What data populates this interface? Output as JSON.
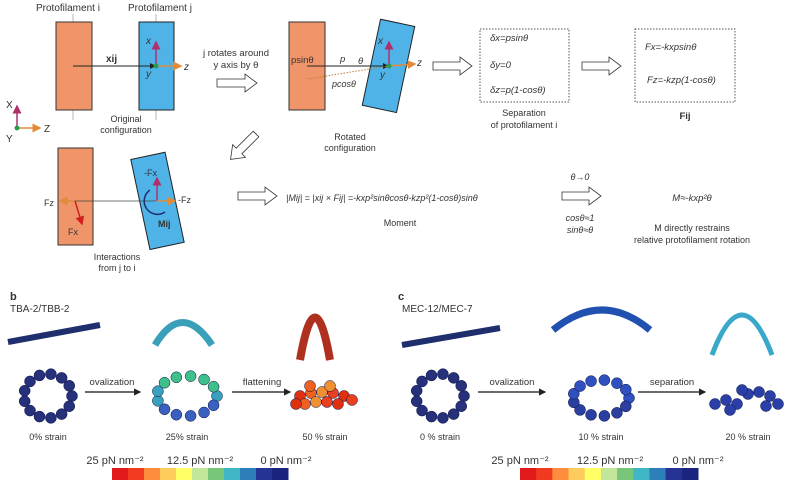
{
  "panel_a": {
    "protofilament_i": "Protofilament i",
    "protofilament_j": "Protofilament j",
    "x_ij": "xij",
    "axis_x": "x",
    "axis_y": "y",
    "axis_z": "z",
    "global_X": "X",
    "global_Y": "Y",
    "global_Z": "Z",
    "original_caption": [
      "Original",
      "configuration"
    ],
    "rotate_caption": [
      "j rotates around",
      "y axis by θ"
    ],
    "psin": "psinθ",
    "p": "p",
    "theta": "θ",
    "pcos": "pcosθ",
    "rotated_caption": [
      "Rotated",
      "configuration"
    ],
    "separation": [
      "δx=psinθ",
      "δy=0",
      "δz=p(1-cosθ)"
    ],
    "separation_caption": [
      "Separation",
      "of protofilament i"
    ],
    "forces": [
      "Fx=-kxpsinθ",
      "Fz=-kzp(1-cosθ)"
    ],
    "forces_caption": "Fij",
    "interactions": {
      "Fz": "Fz",
      "Fx": "Fx",
      "negFx": "-Fx",
      "negFz": "-Fz",
      "Mij": "Mij"
    },
    "interactions_caption": [
      "Interactions",
      "from j to i"
    ],
    "moment_formula": "|Mij| = |xij × Fij| =-kxp²sinθcosθ-kzp²(1-cosθ)sinθ",
    "moment_caption": "Moment",
    "limit_top": "θ→0",
    "limit_bottom": [
      "cosθ≈1",
      "sinθ≈θ"
    ],
    "result": "M≈-kxp²θ",
    "result_caption": [
      "M directly restrains",
      "relative protofilament rotation"
    ]
  },
  "panel_b": {
    "label": "b",
    "title": "TBA-2/TBB-2",
    "steps": [
      "ovalization",
      "flattening"
    ],
    "strains": [
      "0% strain",
      "25% strain",
      "50 % strain"
    ]
  },
  "panel_c": {
    "label": "c",
    "title": "MEC-12/MEC-7",
    "steps": [
      "ovalization",
      "separation"
    ],
    "strains": [
      "0 % strain",
      "10 % strain",
      "20 % strain"
    ]
  },
  "colorbar": {
    "labels": [
      "25 pN nm⁻²",
      "12.5 pN nm⁻²",
      "0 pN nm⁻²"
    ],
    "colors": [
      "#e31a1c",
      "#f03b20",
      "#fd8d3c",
      "#fecc5c",
      "#ffff66",
      "#c2e699",
      "#78c679",
      "#41b6c4",
      "#2c7fb8",
      "#253494",
      "#1a237e"
    ]
  },
  "colors": {
    "orange": "#f0956a",
    "blue": "#4fb3e8",
    "navy": "#1f2f6e"
  }
}
